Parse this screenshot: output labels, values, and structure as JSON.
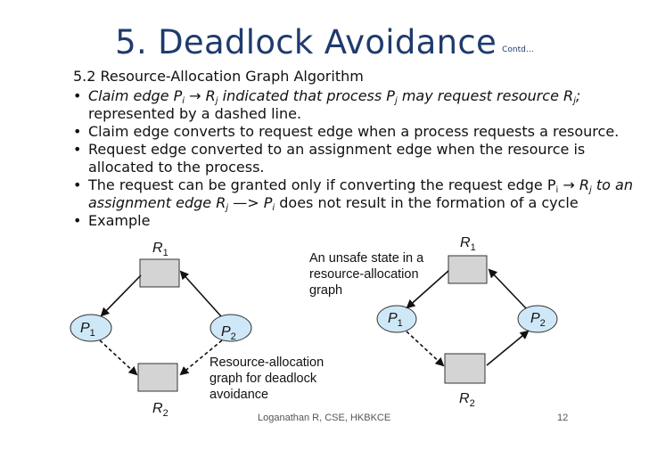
{
  "slide": {
    "title": "5. Deadlock Avoidance",
    "title_suffix": "Contd…",
    "subheading": "5.2 Resource-Allocation Graph Algorithm",
    "bullets": {
      "b1": {
        "claim_edge": "Claim edge P",
        "i": "i",
        "arrow": "→",
        "r": "R",
        "j": "j",
        "text_a": " indicated that process P",
        "j2": "j",
        "text_b": " may request resource R",
        "j3": "j",
        "text_c": ";",
        "line2": "represented by a dashed line."
      },
      "b2": "Claim edge converts to request edge when a process requests a resource.",
      "b3": "Request edge converted to an assignment edge when the  resource is allocated to the process.",
      "b4": {
        "text_a": "The request can be granted only if converting the request edge P",
        "i": "i",
        "arrow": "→",
        "r": "R",
        "j": "j",
        "text_b": " to an",
        "text_c": "assignment edge R",
        "j2": "j",
        "text_d": " —> P",
        "i2": "i",
        "text_e": " does not result in the formation of a cycle"
      },
      "b5": "Example"
    }
  },
  "left_graph": {
    "r1": {
      "letter": "R",
      "sub": "1"
    },
    "r2": {
      "letter": "R",
      "sub": "2"
    },
    "p1": {
      "letter": "P",
      "sub": "1"
    },
    "p2": {
      "letter": "P",
      "sub": "2"
    },
    "caption": [
      "Resource-allocation",
      "graph for deadlock",
      "avoidance"
    ]
  },
  "right_graph": {
    "r1": {
      "letter": "R",
      "sub": "1"
    },
    "r2": {
      "letter": "R",
      "sub": "2"
    },
    "p1": {
      "letter": "P",
      "sub": "1"
    },
    "p2": {
      "letter": "P",
      "sub": "2"
    },
    "caption": [
      "An unsafe state in a",
      "resource-allocation",
      "graph"
    ]
  },
  "footer": {
    "author": "Loganathan R, CSE, HKBKCE",
    "page": "12"
  },
  "colors": {
    "title": "#1f3b6e",
    "process_fill": "#cfe8f7",
    "resource_fill": "#d4d4d4"
  }
}
